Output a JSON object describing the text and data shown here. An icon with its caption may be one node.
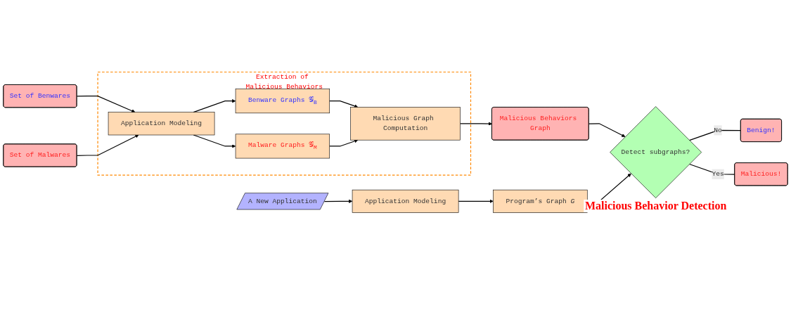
{
  "diagram": {
    "nodes": [
      {
        "text": [
          "Set of Benwares"
        ]
      },
      {
        "text": [
          "Set of Malwares"
        ]
      },
      {
        "text": [
          "Extraction of Malicious Behaviors"
        ]
      },
      {
        "text": [
          "Application Modeling"
        ],
        "in": 2
      },
      {
        "text": [
          "Benware Graphs 𝒢$_{B}$"
        ],
        "in": 2
      },
      {
        "text": [
          "Malware Graphs 𝒢$_{M}$"
        ],
        "in": 2
      },
      {
        "text": [
          "Malicious Graph Computation"
        ],
        "in": 2
      },
      {
        "text": [
          "Malicious Behaviors Graph"
        ]
      },
      {
        "text": [
          "A New Application"
        ]
      },
      {
        "text": [
          "Application Modeling"
        ]
      },
      {
        "text": [
          "Program’s Graph *G*"
        ]
      },
      {
        "text": [
          "Detect subgraphs?"
        ],
        "beside": [
          "Malicious Behavior Detection"
        ]
      },
      {
        "text": [
          "Benign!"
        ]
      },
      {
        "text": [
          "Malicious!"
        ]
      }
    ],
    "edges": [
      {
        "from": 0,
        "to": 3,
        "arrow": "to"
      },
      {
        "from": 1,
        "to": 3,
        "arrow": "to"
      },
      {
        "from": 3,
        "to": 4,
        "arrow": "to"
      },
      {
        "from": 3,
        "to": 5,
        "arrow": "to"
      },
      {
        "from": 4,
        "to": 6,
        "arrow": "to"
      },
      {
        "from": 5,
        "to": 6,
        "arrow": "to"
      },
      {
        "from": 6,
        "to": 7,
        "arrow": "to"
      },
      {
        "from": 7,
        "to": 11,
        "arrow": "to"
      },
      {
        "from": 8,
        "to": 9,
        "arrow": "to"
      },
      {
        "from": 9,
        "to": 10,
        "arrow": "to"
      },
      {
        "from": 10,
        "to": 11,
        "arrow": "to"
      },
      {
        "from": 11,
        "to": 12,
        "arrow": "none",
        "label": "No"
      },
      {
        "from": 11,
        "to": 13,
        "arrow": "none",
        "label": "Yes"
      }
    ]
  }
}
